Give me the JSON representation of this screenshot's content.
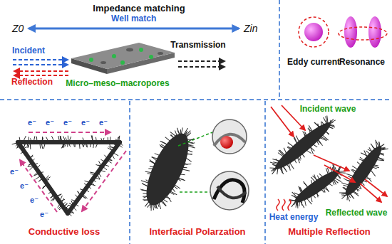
{
  "diagram": {
    "nodes": [
      {
        "text": [
          "Z0"
        ]
      },
      {
        "text": [
          "Zin"
        ]
      }
    ],
    "edges": [
      {
        "from": 0,
        "to": 1,
        "arrow": "both",
        "label": "Well match"
      }
    ],
    "labels": [
      "Impedance matching",
      "Incident",
      "Transmission",
      "Reflection",
      "Micro–meso–macropores",
      "Eddy current",
      "Resonance",
      "e⁻",
      "e⁻",
      "e⁻",
      "e⁻",
      "e⁻",
      "e⁻",
      "e⁻",
      "e⁻",
      "e⁻",
      "Conductive loss",
      "Interfacial Polarzation",
      "Incident wave",
      "Heat energy",
      "Reflected wave",
      "Multiple Reflection"
    ]
  }
}
